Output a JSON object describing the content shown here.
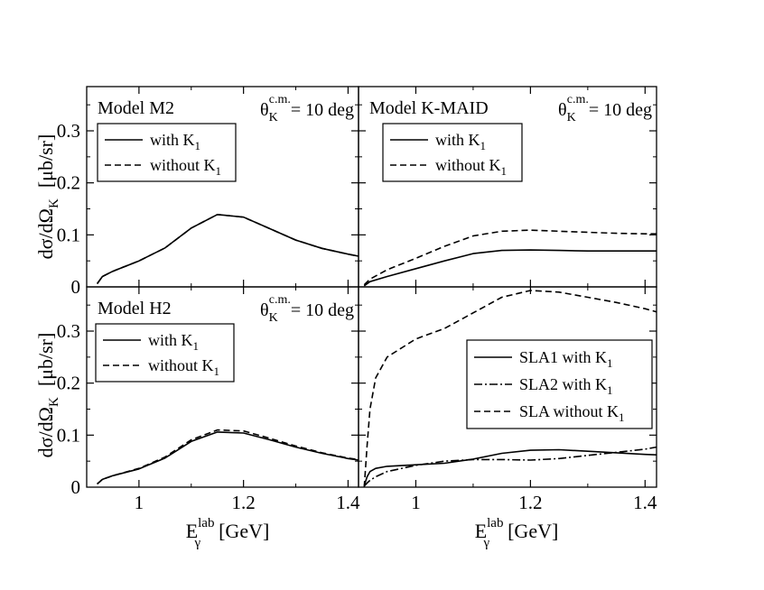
{
  "axis_labels": {
    "ylabel_main": "dσ/dΩ",
    "ylabel_sub": "K",
    "ylabel_unit": "[μb/sr]",
    "xlabel_main": "E",
    "xlabel_sup": "lab",
    "xlabel_sub": "γ",
    "xlabel_unit": "[GeV]"
  },
  "angle_label": {
    "theta": "θ",
    "sub": "K",
    "sup": "c.m.",
    "rest": "= 10 deg"
  },
  "x_ticks": [
    "1",
    "1.2",
    "1.4"
  ],
  "y_ticks": [
    "0",
    "0.1",
    "0.2",
    "0.3"
  ],
  "chart_data": [
    {
      "type": "line",
      "title": "Model M2",
      "show_angle": true,
      "xlim": [
        0.9,
        1.42
      ],
      "ylim": [
        0,
        0.385
      ],
      "x": [
        0.92,
        0.93,
        0.95,
        1.0,
        1.05,
        1.1,
        1.15,
        1.2,
        1.25,
        1.3,
        1.35,
        1.4,
        1.42
      ],
      "series": [
        {
          "name_main": "with K",
          "name_sub": "1",
          "style": "solid",
          "values": [
            0.006,
            0.02,
            0.03,
            0.05,
            0.075,
            0.113,
            0.139,
            0.134,
            0.112,
            0.09,
            0.074,
            0.063,
            0.059
          ]
        },
        {
          "name_main": "without K",
          "name_sub": "1",
          "style": "dashed",
          "values": [
            0.006,
            0.02,
            0.03,
            0.05,
            0.075,
            0.113,
            0.139,
            0.134,
            0.112,
            0.09,
            0.074,
            0.063,
            0.059
          ]
        }
      ]
    },
    {
      "type": "line",
      "title": "Model K-MAID",
      "show_angle": true,
      "xlim": [
        0.9,
        1.42
      ],
      "ylim": [
        0,
        0.385
      ],
      "x": [
        0.91,
        0.92,
        0.95,
        1.0,
        1.05,
        1.1,
        1.15,
        1.2,
        1.25,
        1.3,
        1.35,
        1.4,
        1.42
      ],
      "series": [
        {
          "name_main": "with K",
          "name_sub": "1",
          "style": "solid",
          "values": [
            0.002,
            0.01,
            0.02,
            0.035,
            0.05,
            0.064,
            0.07,
            0.071,
            0.07,
            0.069,
            0.069,
            0.069,
            0.069
          ]
        },
        {
          "name_main": "without K",
          "name_sub": "1",
          "style": "dashed",
          "values": [
            0.004,
            0.015,
            0.033,
            0.055,
            0.078,
            0.098,
            0.107,
            0.109,
            0.107,
            0.105,
            0.103,
            0.102,
            0.102
          ]
        }
      ]
    },
    {
      "type": "line",
      "title": "Model H2",
      "show_angle": true,
      "xlim": [
        0.9,
        1.42
      ],
      "ylim": [
        0,
        0.385
      ],
      "x": [
        0.92,
        0.93,
        0.95,
        1.0,
        1.05,
        1.1,
        1.15,
        1.2,
        1.25,
        1.3,
        1.35,
        1.4,
        1.42
      ],
      "series": [
        {
          "name_main": "with K",
          "name_sub": "1",
          "style": "solid",
          "values": [
            0.006,
            0.015,
            0.022,
            0.035,
            0.056,
            0.088,
            0.106,
            0.104,
            0.091,
            0.077,
            0.065,
            0.055,
            0.052
          ]
        },
        {
          "name_main": "without K",
          "name_sub": "1",
          "style": "dashed",
          "values": [
            0.006,
            0.015,
            0.022,
            0.036,
            0.058,
            0.091,
            0.11,
            0.108,
            0.094,
            0.079,
            0.066,
            0.056,
            0.053
          ]
        }
      ]
    },
    {
      "type": "line",
      "title": "",
      "show_angle": false,
      "xlim": [
        0.9,
        1.42
      ],
      "ylim": [
        0,
        0.385
      ],
      "x": [
        0.91,
        0.915,
        0.92,
        0.93,
        0.95,
        1.0,
        1.05,
        1.1,
        1.15,
        1.2,
        1.25,
        1.3,
        1.35,
        1.4,
        1.42
      ],
      "series": [
        {
          "name_main": "SLA1 with K",
          "name_sub": "1",
          "style": "solid",
          "values": [
            0.003,
            0.02,
            0.03,
            0.036,
            0.04,
            0.043,
            0.046,
            0.054,
            0.065,
            0.071,
            0.072,
            0.069,
            0.066,
            0.063,
            0.062
          ]
        },
        {
          "name_main": "SLA2 with K",
          "name_sub": "1",
          "style": "dashdot",
          "values": [
            0.002,
            0.008,
            0.013,
            0.02,
            0.03,
            0.042,
            0.05,
            0.053,
            0.053,
            0.052,
            0.055,
            0.061,
            0.067,
            0.073,
            0.077
          ]
        },
        {
          "name_main": "SLA without K",
          "name_sub": "1",
          "style": "dashed",
          "values": [
            0.0,
            0.08,
            0.15,
            0.21,
            0.25,
            0.285,
            0.305,
            0.335,
            0.365,
            0.378,
            0.375,
            0.365,
            0.355,
            0.343,
            0.337
          ]
        }
      ]
    }
  ]
}
